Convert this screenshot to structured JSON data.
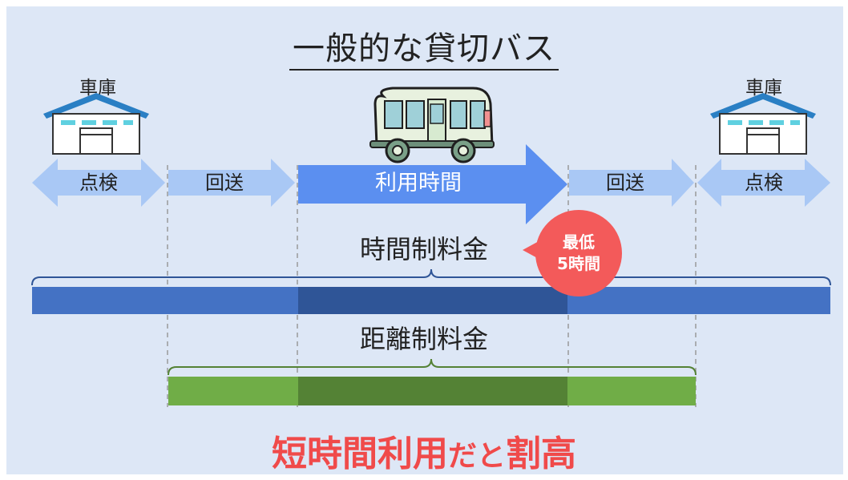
{
  "title": "一般的な貸切バス",
  "garage_label": "車庫",
  "segments": {
    "inspection": "点検",
    "deadhead": "回送",
    "usage": "利用時間"
  },
  "time_fare": {
    "label": "時間制料金"
  },
  "distance_fare": {
    "label": "距離制料金"
  },
  "badge": {
    "line1": "最低",
    "line2": "5時間"
  },
  "conclusion": {
    "emphasis": "短時間利用",
    "small": "だと",
    "end": "割高"
  },
  "colors": {
    "background": "#dde7f6",
    "light_arrow": "#a9c8f5",
    "usage_arrow": "#5b8ff0",
    "time_bar": "#4472c4",
    "time_bar_dark": "#2f5597",
    "distance_bar": "#70ad47",
    "distance_bar_dark": "#548235",
    "badge": "#f35a5a",
    "conclusion_text": "#f04a4a"
  },
  "icons": [
    "garage-icon",
    "bus-icon"
  ]
}
